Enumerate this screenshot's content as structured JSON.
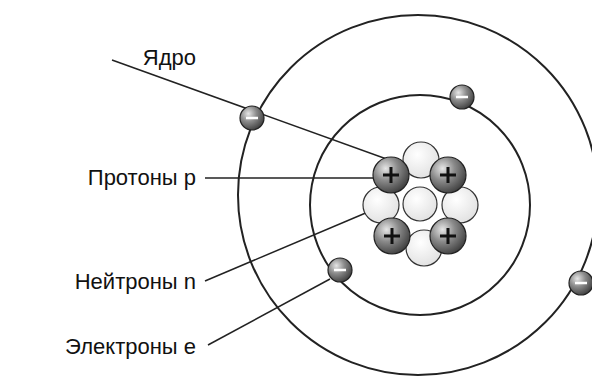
{
  "diagram": {
    "labels": [
      "Ядро",
      "Протоны p",
      "Нейтроны n",
      "Электроны e"
    ]
  }
}
